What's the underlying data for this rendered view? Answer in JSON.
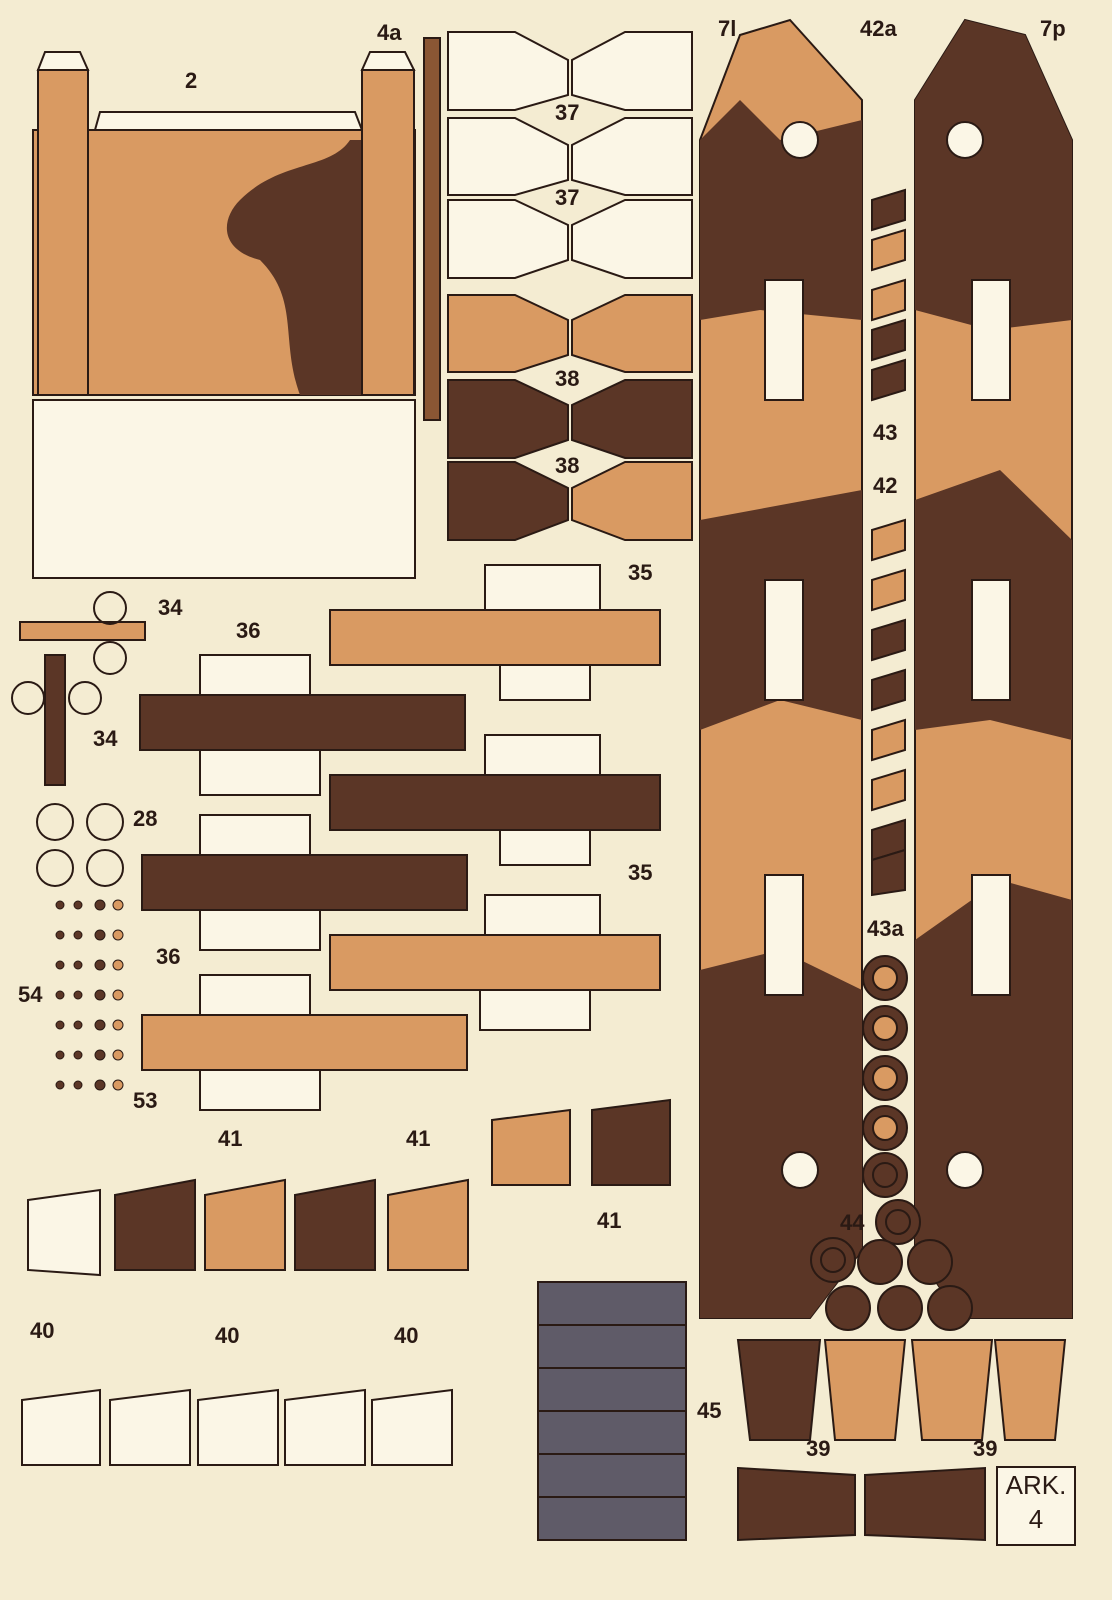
{
  "sheet": {
    "sheet_label": "ARK.",
    "sheet_number": "4",
    "part_labels": [
      "2",
      "4a",
      "37",
      "37",
      "38",
      "38",
      "7l",
      "42a",
      "7p",
      "43",
      "42",
      "43a",
      "35",
      "35",
      "34",
      "34",
      "36",
      "36",
      "28",
      "54",
      "53",
      "41",
      "41",
      "41",
      "44",
      "40",
      "40",
      "40",
      "45",
      "39",
      "39"
    ]
  },
  "colors": {
    "paper": "#f4ecd2",
    "tan": "#d99a62",
    "dark_brown": "#5b3626",
    "gray": "#5f5b68",
    "line": "#2a1a14"
  }
}
